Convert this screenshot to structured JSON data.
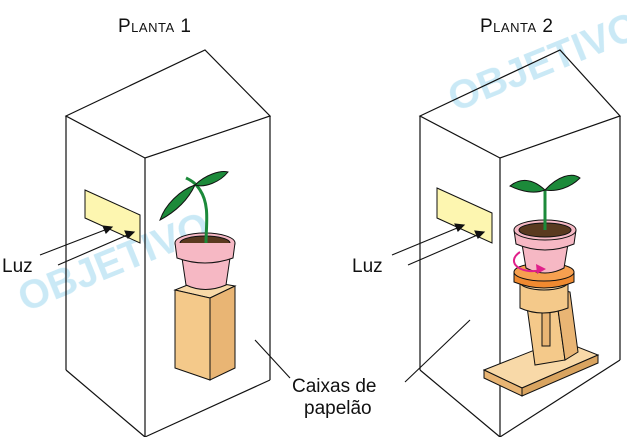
{
  "titles": {
    "planta1": "Planta 1",
    "planta2": "Planta 2"
  },
  "labels": {
    "luz_left": "Luz",
    "luz_right": "Luz",
    "caixas_line1": "Caixas de",
    "caixas_line2": "papelão"
  },
  "watermark": "OBJETIVO",
  "colors": {
    "line": "#111111",
    "light_panel": "#fdf6b0",
    "pot": "#f6b8c4",
    "soil": "#5a3a20",
    "leaf": "#1c8a3a",
    "stem": "#1c8a3a",
    "cardboard": "#f4c98a",
    "rotator": "#f08a30",
    "arrow_rotation": "#e0208a",
    "watermark": "#9fd8ee"
  }
}
